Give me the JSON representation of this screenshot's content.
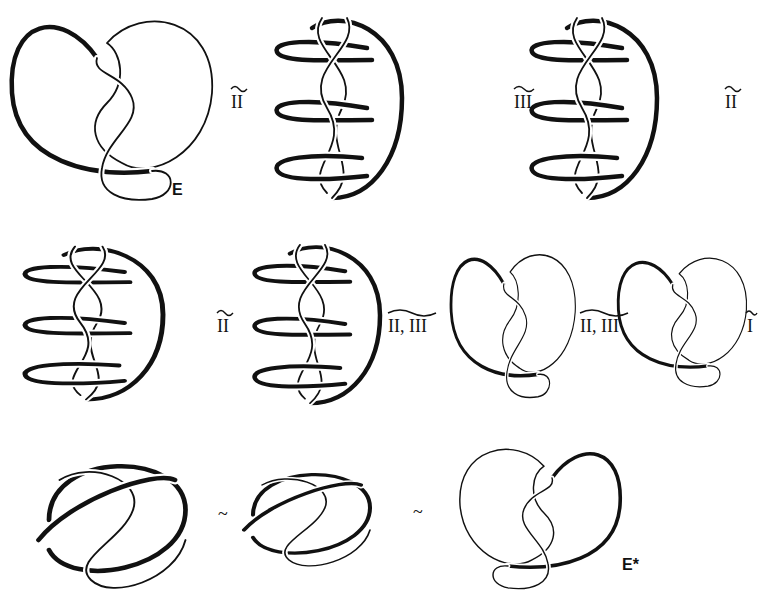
{
  "diagram": {
    "labels": [
      "E",
      "II",
      "III",
      "II",
      "II",
      "II, III",
      "II, III",
      "I",
      "~",
      "~",
      "E*"
    ]
  }
}
